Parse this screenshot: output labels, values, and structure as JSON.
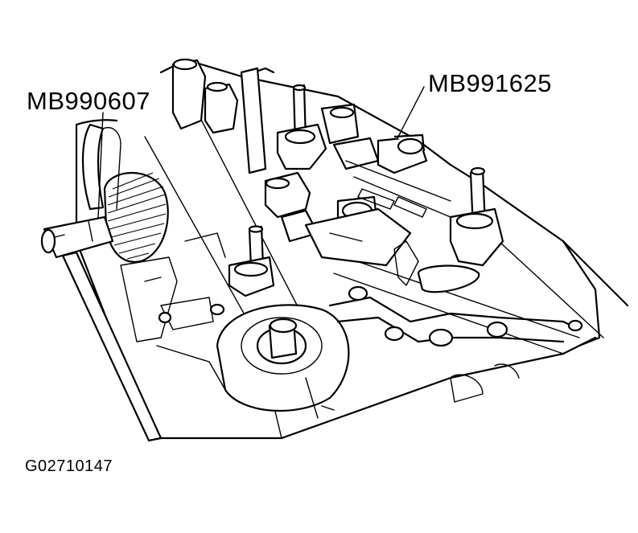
{
  "labels": {
    "tool_left": "MB990607",
    "tool_right": "MB991625",
    "figure_id": "G02710147"
  }
}
